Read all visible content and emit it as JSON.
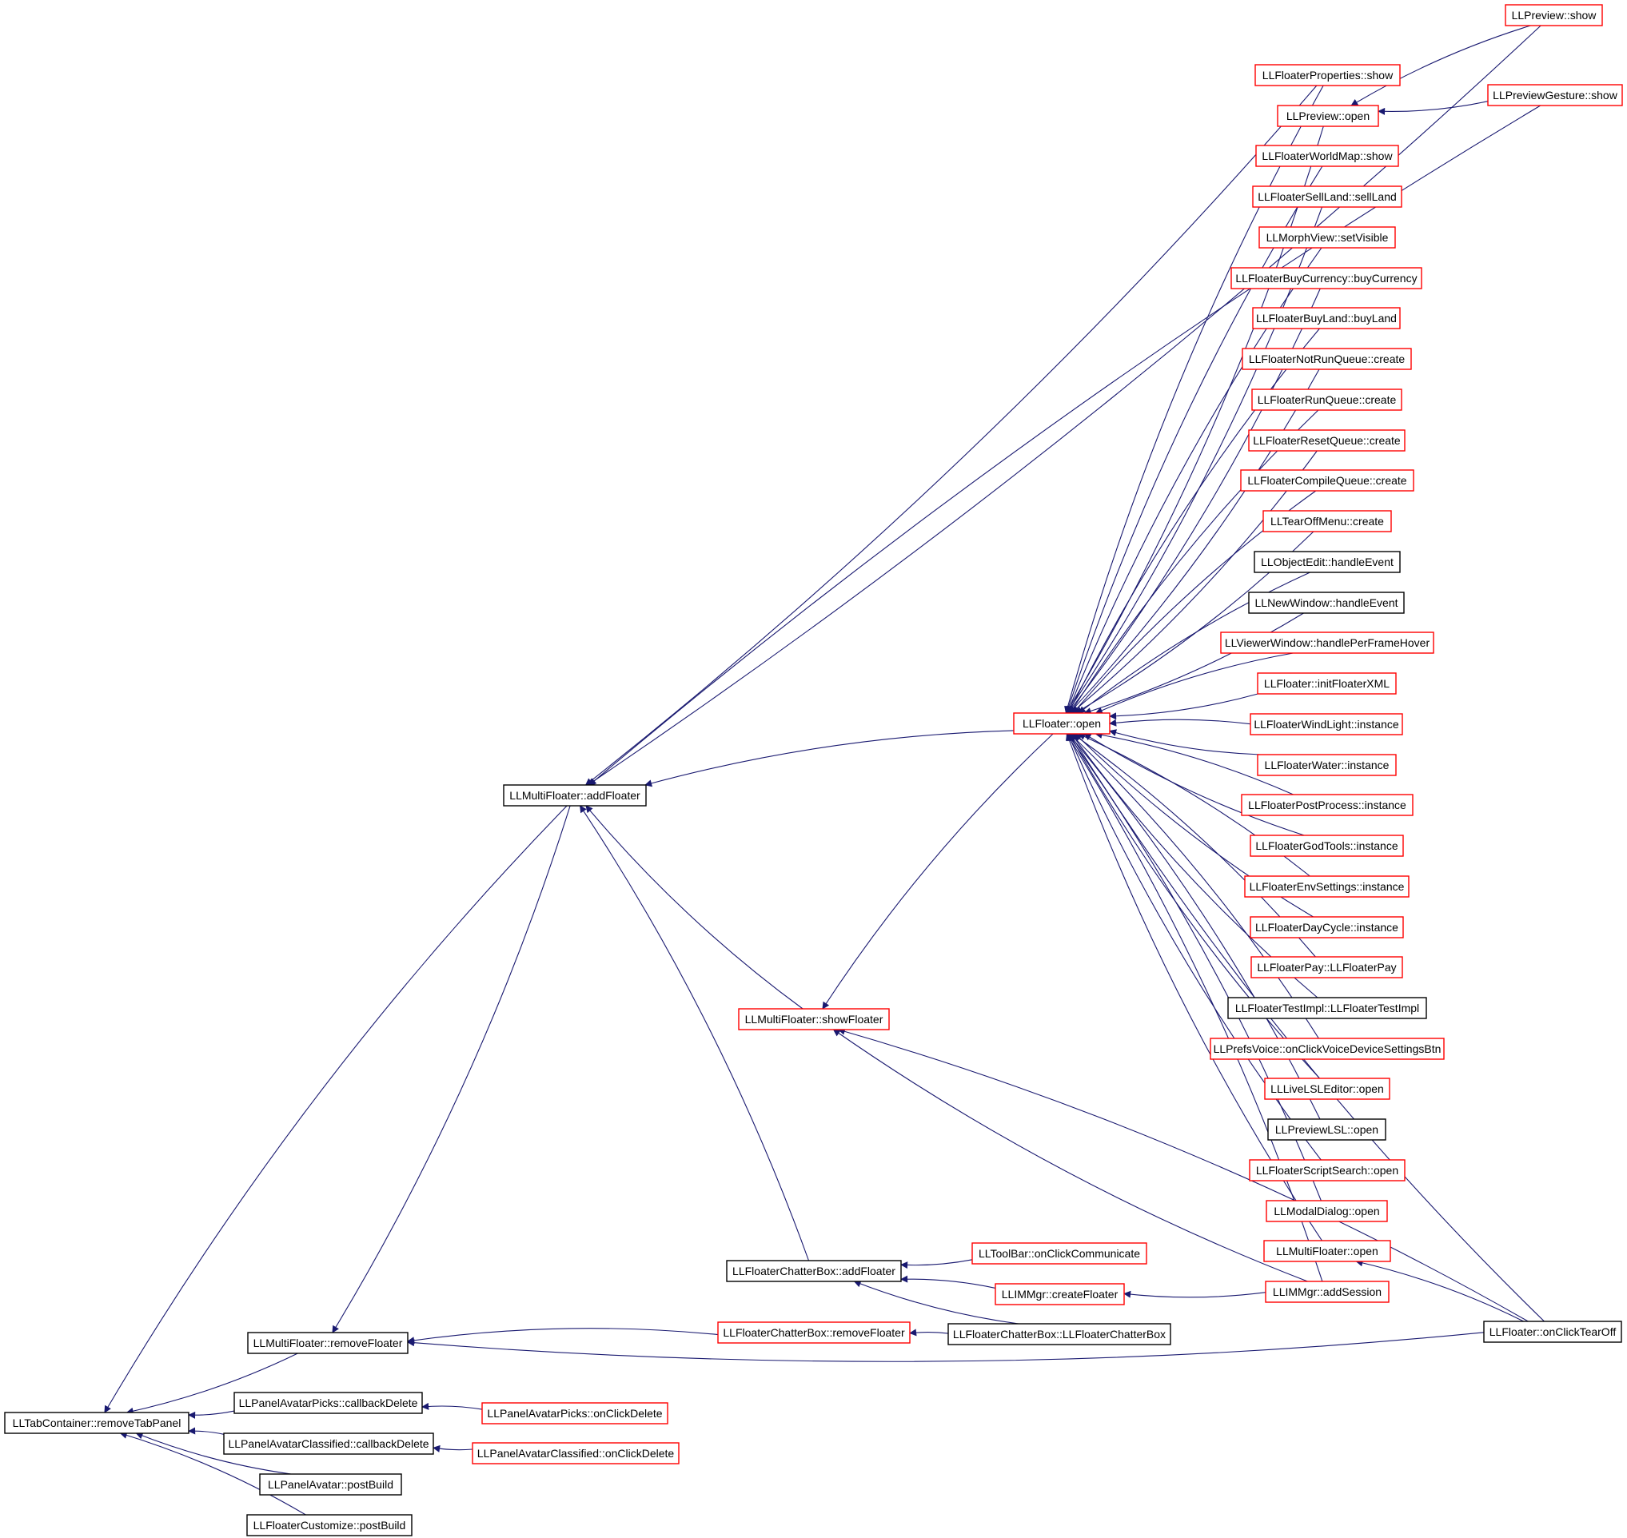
{
  "colors": {
    "edge": "#191970",
    "focus_fill": "#bfbfbf",
    "border_documented": "#000000",
    "border_undocumented": "#ff0000",
    "background": "#ffffff"
  },
  "nodes": [
    {
      "id": "removeTabPanel",
      "label": "LLTabContainer::removeTabPanel",
      "style": "focus"
    },
    {
      "id": "mf_removeFloater",
      "label": "LLMultiFloater::removeFloater",
      "style": "black"
    },
    {
      "id": "pap_callbackDelete",
      "label": "LLPanelAvatarPicks::callbackDelete",
      "style": "black"
    },
    {
      "id": "pac_callbackDelete",
      "label": "LLPanelAvatarClassified::callbackDelete",
      "style": "black"
    },
    {
      "id": "pa_postBuild",
      "label": "LLPanelAvatar::postBuild",
      "style": "black"
    },
    {
      "id": "fc_postBuild",
      "label": "LLFloaterCustomize::postBuild",
      "style": "black"
    },
    {
      "id": "mf_addFloater",
      "label": "LLMultiFloater::addFloater",
      "style": "black"
    },
    {
      "id": "mf_showFloater",
      "label": "LLMultiFloater::showFloater",
      "style": "red"
    },
    {
      "id": "fcb_addFloater",
      "label": "LLFloaterChatterBox::addFloater",
      "style": "black"
    },
    {
      "id": "fcb_removeFloater",
      "label": "LLFloaterChatterBox::removeFloater",
      "style": "red"
    },
    {
      "id": "fcb_ctor",
      "label": "LLFloaterChatterBox::LLFloaterChatterBox",
      "style": "black"
    },
    {
      "id": "tb_onClickCommunicate",
      "label": "LLToolBar::onClickCommunicate",
      "style": "red"
    },
    {
      "id": "imm_createFloater",
      "label": "LLIMMgr::createFloater",
      "style": "red"
    },
    {
      "id": "pap_onClickDelete",
      "label": "LLPanelAvatarPicks::onClickDelete",
      "style": "red"
    },
    {
      "id": "pac_onClickDelete",
      "label": "LLPanelAvatarClassified::onClickDelete",
      "style": "red"
    },
    {
      "id": "floater_open",
      "label": "LLFloater::open",
      "style": "red"
    },
    {
      "id": "preview_show",
      "label": "LLPreview::show",
      "style": "red"
    },
    {
      "id": "pg_show",
      "label": "LLPreviewGesture::show",
      "style": "red"
    },
    {
      "id": "fp_show",
      "label": "LLFloaterProperties::show",
      "style": "red"
    },
    {
      "id": "preview_open",
      "label": "LLPreview::open",
      "style": "red"
    },
    {
      "id": "fwm_show",
      "label": "LLFloaterWorldMap::show",
      "style": "red"
    },
    {
      "id": "fsl_sellLand",
      "label": "LLFloaterSellLand::sellLand",
      "style": "red"
    },
    {
      "id": "mv_setVisible",
      "label": "LLMorphView::setVisible",
      "style": "red"
    },
    {
      "id": "fbc_buyCurrency",
      "label": "LLFloaterBuyCurrency::buyCurrency",
      "style": "red"
    },
    {
      "id": "fbl_buyLand",
      "label": "LLFloaterBuyLand::buyLand",
      "style": "red"
    },
    {
      "id": "fnrq_create",
      "label": "LLFloaterNotRunQueue::create",
      "style": "red"
    },
    {
      "id": "frq_create",
      "label": "LLFloaterRunQueue::create",
      "style": "red"
    },
    {
      "id": "frsq_create",
      "label": "LLFloaterResetQueue::create",
      "style": "red"
    },
    {
      "id": "fcq_create",
      "label": "LLFloaterCompileQueue::create",
      "style": "red"
    },
    {
      "id": "tom_create",
      "label": "LLTearOffMenu::create",
      "style": "red"
    },
    {
      "id": "oe_handleEvent",
      "label": "LLObjectEdit::handleEvent",
      "style": "black"
    },
    {
      "id": "nw_handleEvent",
      "label": "LLNewWindow::handleEvent",
      "style": "black"
    },
    {
      "id": "vw_handlePerFrameHover",
      "label": "LLViewerWindow::handlePerFrameHover",
      "style": "red"
    },
    {
      "id": "f_initFloaterXML",
      "label": "LLFloater::initFloaterXML",
      "style": "red"
    },
    {
      "id": "fwl_instance",
      "label": "LLFloaterWindLight::instance",
      "style": "red"
    },
    {
      "id": "fw_instance",
      "label": "LLFloaterWater::instance",
      "style": "red"
    },
    {
      "id": "fpp_instance",
      "label": "LLFloaterPostProcess::instance",
      "style": "red"
    },
    {
      "id": "fgt_instance",
      "label": "LLFloaterGodTools::instance",
      "style": "red"
    },
    {
      "id": "fes_instance",
      "label": "LLFloaterEnvSettings::instance",
      "style": "red"
    },
    {
      "id": "fdc_instance",
      "label": "LLFloaterDayCycle::instance",
      "style": "red"
    },
    {
      "id": "fpay_ctor",
      "label": "LLFloaterPay::LLFloaterPay",
      "style": "red"
    },
    {
      "id": "fti_ctor",
      "label": "LLFloaterTestImpl::LLFloaterTestImpl",
      "style": "black"
    },
    {
      "id": "pv_onClickVoice",
      "label": "LLPrefsVoice::onClickVoiceDeviceSettingsBtn",
      "style": "red"
    },
    {
      "id": "lle_open",
      "label": "LLLiveLSLEditor::open",
      "style": "red"
    },
    {
      "id": "plsl_open",
      "label": "LLPreviewLSL::open",
      "style": "black"
    },
    {
      "id": "fss_open",
      "label": "LLFloaterScriptSearch::open",
      "style": "red"
    },
    {
      "id": "md_open",
      "label": "LLModalDialog::open",
      "style": "red"
    },
    {
      "id": "mf_open",
      "label": "LLMultiFloater::open",
      "style": "red"
    },
    {
      "id": "imm_addSession",
      "label": "LLIMMgr::addSession",
      "style": "red"
    },
    {
      "id": "f_onClickTearOff",
      "label": "LLFloater::onClickTearOff",
      "style": "black"
    }
  ],
  "edges": [
    [
      "removeTabPanel",
      "mf_removeFloater"
    ],
    [
      "removeTabPanel",
      "mf_addFloater"
    ],
    [
      "removeTabPanel",
      "pap_callbackDelete"
    ],
    [
      "removeTabPanel",
      "pac_callbackDelete"
    ],
    [
      "removeTabPanel",
      "pa_postBuild"
    ],
    [
      "removeTabPanel",
      "fc_postBuild"
    ],
    [
      "mf_removeFloater",
      "mf_addFloater"
    ],
    [
      "mf_removeFloater",
      "fcb_removeFloater"
    ],
    [
      "mf_removeFloater",
      "f_onClickTearOff"
    ],
    [
      "pap_callbackDelete",
      "pap_onClickDelete"
    ],
    [
      "pac_callbackDelete",
      "pac_onClickDelete"
    ],
    [
      "mf_addFloater",
      "floater_open"
    ],
    [
      "mf_addFloater",
      "mf_showFloater"
    ],
    [
      "mf_addFloater",
      "fcb_addFloater"
    ],
    [
      "mf_addFloater",
      "preview_show"
    ],
    [
      "mf_addFloater",
      "pg_show"
    ],
    [
      "mf_addFloater",
      "fp_show"
    ],
    [
      "mf_showFloater",
      "floater_open"
    ],
    [
      "mf_showFloater",
      "imm_addSession"
    ],
    [
      "mf_showFloater",
      "f_onClickTearOff"
    ],
    [
      "fcb_addFloater",
      "tb_onClickCommunicate"
    ],
    [
      "fcb_addFloater",
      "imm_createFloater"
    ],
    [
      "fcb_addFloater",
      "fcb_ctor"
    ],
    [
      "fcb_removeFloater",
      "fcb_ctor"
    ],
    [
      "imm_createFloater",
      "imm_addSession"
    ],
    [
      "floater_open",
      "fp_show"
    ],
    [
      "floater_open",
      "preview_open"
    ],
    [
      "floater_open",
      "fwm_show"
    ],
    [
      "floater_open",
      "fsl_sellLand"
    ],
    [
      "floater_open",
      "mv_setVisible"
    ],
    [
      "floater_open",
      "fbc_buyCurrency"
    ],
    [
      "floater_open",
      "fbl_buyLand"
    ],
    [
      "floater_open",
      "fnrq_create"
    ],
    [
      "floater_open",
      "frq_create"
    ],
    [
      "floater_open",
      "frsq_create"
    ],
    [
      "floater_open",
      "fcq_create"
    ],
    [
      "floater_open",
      "tom_create"
    ],
    [
      "floater_open",
      "oe_handleEvent"
    ],
    [
      "floater_open",
      "nw_handleEvent"
    ],
    [
      "floater_open",
      "vw_handlePerFrameHover"
    ],
    [
      "floater_open",
      "f_initFloaterXML"
    ],
    [
      "floater_open",
      "fwl_instance"
    ],
    [
      "floater_open",
      "fw_instance"
    ],
    [
      "floater_open",
      "fpp_instance"
    ],
    [
      "floater_open",
      "fgt_instance"
    ],
    [
      "floater_open",
      "fes_instance"
    ],
    [
      "floater_open",
      "fdc_instance"
    ],
    [
      "floater_open",
      "fpay_ctor"
    ],
    [
      "floater_open",
      "fti_ctor"
    ],
    [
      "floater_open",
      "pv_onClickVoice"
    ],
    [
      "floater_open",
      "lle_open"
    ],
    [
      "floater_open",
      "plsl_open"
    ],
    [
      "floater_open",
      "fss_open"
    ],
    [
      "floater_open",
      "md_open"
    ],
    [
      "floater_open",
      "mf_open"
    ],
    [
      "floater_open",
      "imm_addSession"
    ],
    [
      "floater_open",
      "f_onClickTearOff"
    ],
    [
      "preview_open",
      "preview_show"
    ],
    [
      "preview_open",
      "pg_show"
    ],
    [
      "mf_open",
      "f_onClickTearOff"
    ]
  ]
}
